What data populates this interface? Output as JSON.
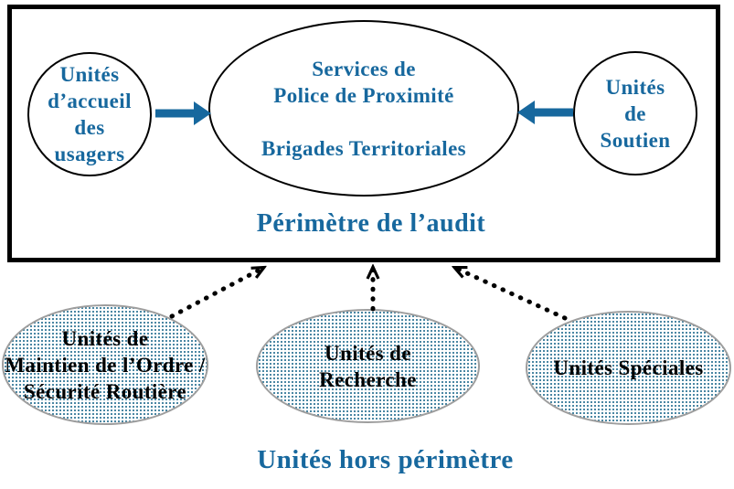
{
  "perimeter": {
    "title": "Périmètre de l’audit"
  },
  "nodes": {
    "accueil": {
      "lines": [
        "Unités",
        "d’accueil",
        "des",
        "usagers"
      ]
    },
    "services": {
      "lines": [
        "Services de",
        "Police de Proximité",
        "",
        "Brigades Territoriales"
      ]
    },
    "soutien": {
      "lines": [
        "Unités",
        "de",
        "Soutien"
      ]
    }
  },
  "outside": {
    "title": "Unités hors périmètre",
    "maintien": {
      "lines": [
        "Unités de",
        "Maintien de l’Ordre /",
        "Sécurité Routière"
      ]
    },
    "recherche": {
      "lines": [
        "Unités de",
        "Recherche"
      ]
    },
    "speciales": {
      "lines": [
        "Unités Spéciales"
      ]
    }
  },
  "colors": {
    "accent_blue": "#17689E",
    "node_outline_black": "#000000",
    "outside_outline_gray": "#9E9E9E",
    "outside_dot_fill": "#2E7495",
    "dotted_arrow_black": "#000000"
  }
}
